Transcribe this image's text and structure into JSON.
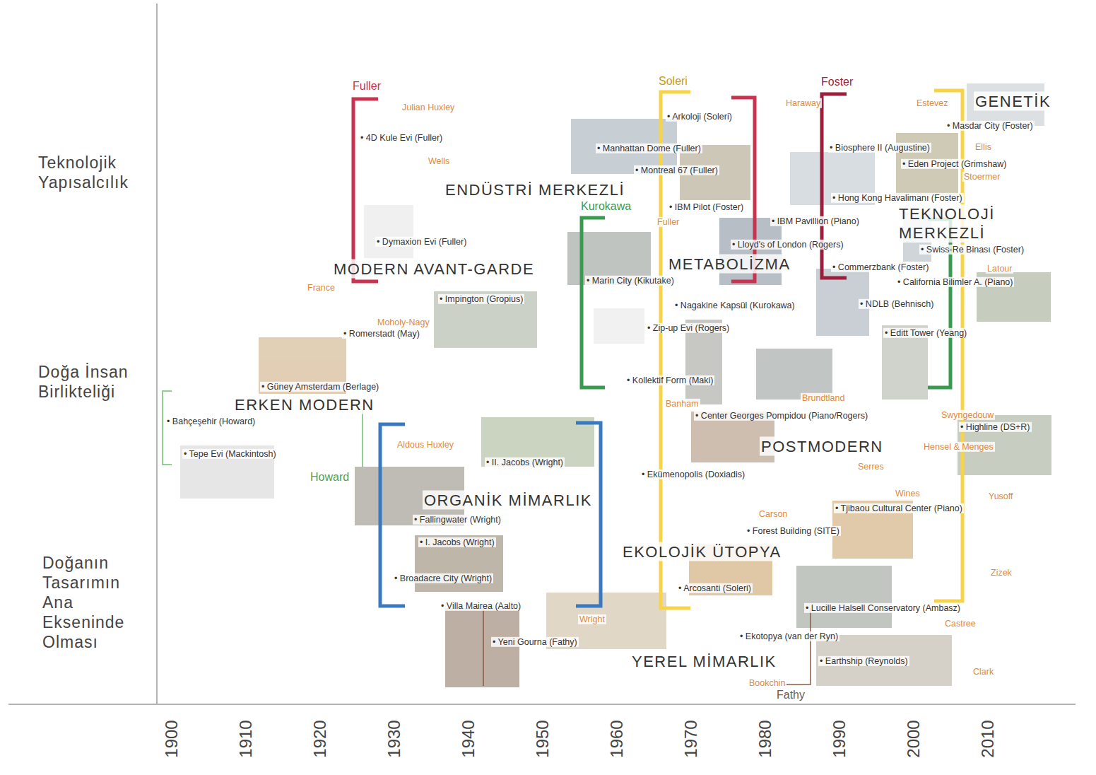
{
  "diagram": {
    "labels": [
      "Teknolojik Yapısalcılık",
      "Doğa İnsan Birlikteliği",
      "Doğanın Tasarımın Ana Ekseninde Olması",
      "1900",
      "1910",
      "1920",
      "1930",
      "1940",
      "1950",
      "1960",
      "1970",
      "1980",
      "1990",
      "2000",
      "2010",
      "ENDÜSTRİ MERKEZLİ",
      "MODERN AVANT-GARDE",
      "METABOLİZMA",
      "TEKNOLOJİ MERKEZLİ",
      "GENETİK",
      "ERKEN MODERN",
      "POSTMODERN",
      "ORGANİK MİMARLIK",
      "EKOLOJİK ÜTOPYA",
      "YEREL MİMARLIK",
      "Fuller",
      "Soleri",
      "Foster",
      "Kurokawa",
      "Howard",
      "Fathy",
      "Julian Huxley",
      "Wells",
      "France",
      "Moholy-Nagy",
      "Aldous Huxley",
      "Haraway",
      "Fuller",
      "Estevez",
      "Ellis",
      "Stoermer",
      "Latour",
      "Brundtland",
      "Banham",
      "Swyngedouw",
      "Hensel & Menges",
      "Serres",
      "Wines",
      "Yusoff",
      "Carson",
      "Zizek",
      "Castree",
      "Clark",
      "Bookchin",
      "Wright",
      "• 4D Kule Evi (Fuller)",
      "• Dymaxion Evi (Fuller)",
      "• Impington (Gropius)",
      "• Romerstadt (May)",
      "• Güney Amsterdam (Berlage)",
      "• Bahçeşehir (Howard)",
      "• Tepe Evi (Mackintosh)",
      "• II. Jacobs (Wright)",
      "• Fallingwater (Wright)",
      "• I. Jacobs (Wright)",
      "• Broadacre City (Wright)",
      "• Villa Mairea (Aalto)",
      "• Yeni Gourna (Fathy)",
      "• Arkoloji (Soleri)",
      "• Manhattan Dome (Fuller)",
      "• Montreal 67 (Fuller)",
      "• IBM Pilot (Foster)",
      "• IBM Pavillion (Piano)",
      "• Lloyd's of London (Rogers)",
      "• Marin City (Kikutake)",
      "• Nagakine Kapsül (Kurokawa)",
      "• Zip-up Evi (Rogers)",
      "• Kollektif Form (Maki)",
      "• Center Georges Pompidou (Piano/Rogers)",
      "• Ekümenopolis (Doxiadis)",
      "• Biosphere II (Augustine)",
      "• Hong Kong Havalimanı (Foster)",
      "• Commerzbank (Foster)",
      "• NDLB (Behnisch)",
      "• Masdar City (Foster)",
      "• Eden Project (Grimshaw)",
      "• Swiss-Re Binası (Foster)",
      "• California Bilimler A. (Piano)",
      "• Editt Tower (Yeang)",
      "• Highline (DS+R)",
      "• Tjibaou Cultural Center (Piano)",
      "• Forest Building (SITE)",
      "• Arcosanti (Soleri)",
      "• Lucille Halsell Conservatory (Ambasz)",
      "• Ekotopya (van der Ryn)",
      "• Earthship (Reynolds)"
    ]
  }
}
